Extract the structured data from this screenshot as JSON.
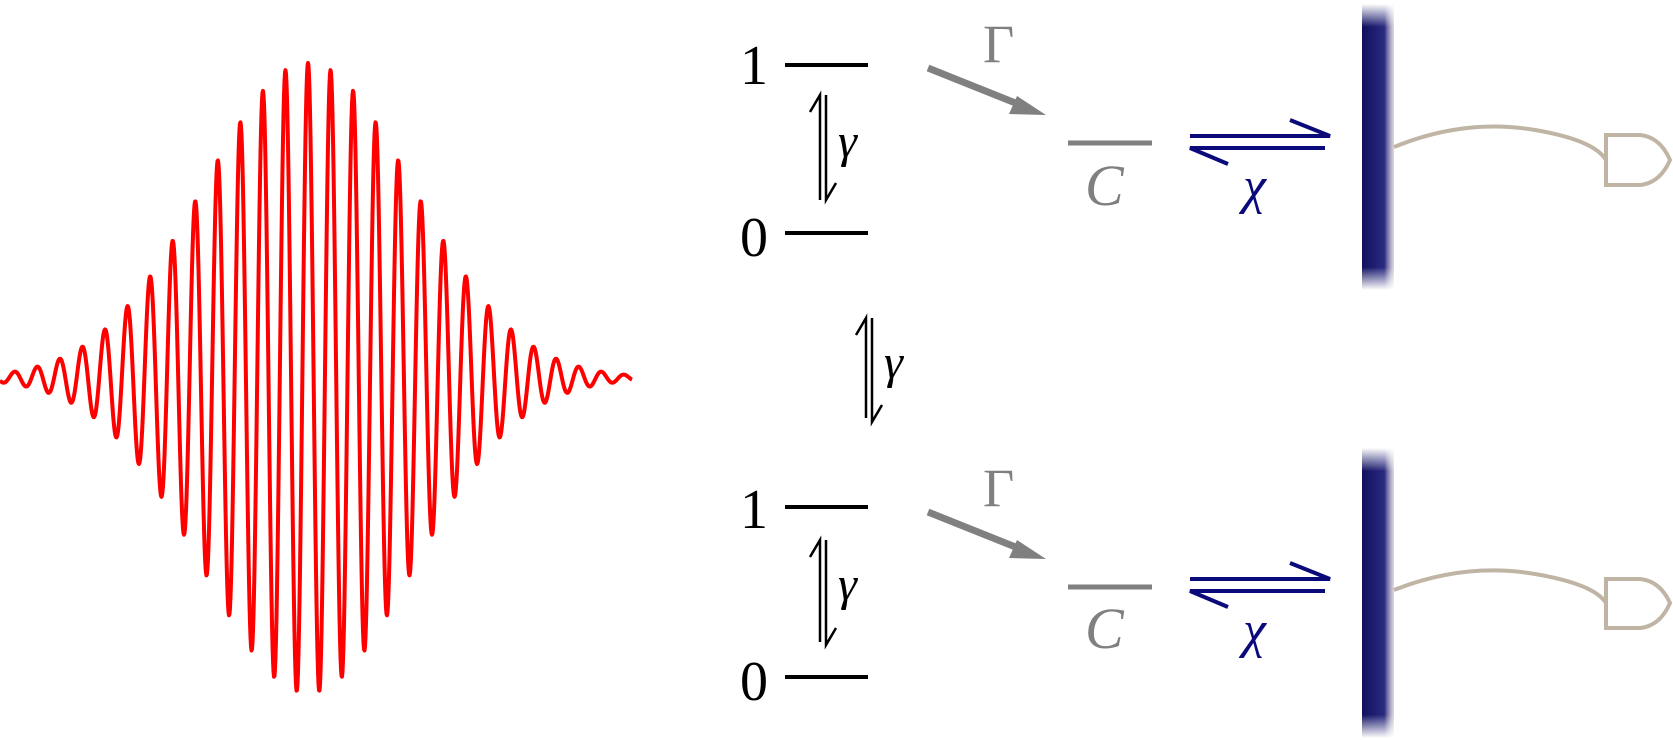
{
  "wavepacket": {
    "color": "#ff0000",
    "cycles": 24,
    "envelope": "gaussian"
  },
  "systems": [
    {
      "level_high": "1",
      "level_low": "0",
      "internal_rate": "γ",
      "decay_rate": "Γ",
      "cavity_label": "C",
      "coupling": "χ",
      "detector_icon": "photodetector-icon"
    },
    {
      "level_high": "1",
      "level_low": "0",
      "internal_rate": "γ",
      "decay_rate": "Γ",
      "cavity_label": "C",
      "coupling": "χ",
      "detector_icon": "photodetector-icon"
    }
  ],
  "inter_system_rate": "γ",
  "colors": {
    "levels": "#000000",
    "decay": "#808080",
    "coupling": "#0a0a7a",
    "mirror": "#10105e",
    "detector": "#c0b4a4"
  }
}
